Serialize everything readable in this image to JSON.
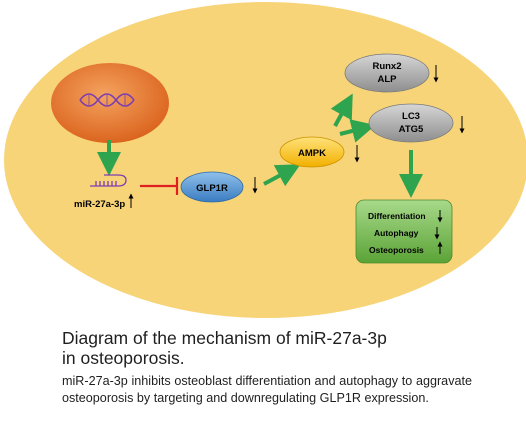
{
  "nodes": {
    "mirna_label": "miR-27a-3p",
    "glp1r": "GLP1R",
    "ampk": "AMPK",
    "runx2": "Runx2",
    "alp": "ALP",
    "lc3": "LC3",
    "atg5": "ATG5",
    "differentiation": "Differentiation",
    "autophagy": "Autophagy",
    "osteoporosis": "Osteoporosis"
  },
  "colors": {
    "cell_fill": "#f8d478",
    "nucleus": "#e8732a",
    "glp1r_fill": "#5b9bd5",
    "ampk_fill": "#ffc000",
    "gray_node": "#a6a6a6",
    "outcome_fill": "#7dbd4b",
    "activation_arrow": "#2ea44f",
    "inhibition": "#e02020",
    "dna": "#7b3fb0"
  },
  "caption": {
    "title_line1": "Diagram of the mechanism of miR-27a-3p",
    "title_line2": "in osteoporosis.",
    "body": "miR-27a-3p  inhibits osteoblast differentiation and autophagy to aggravate osteoporosis by targeting and downregulating GLP1R expression."
  }
}
